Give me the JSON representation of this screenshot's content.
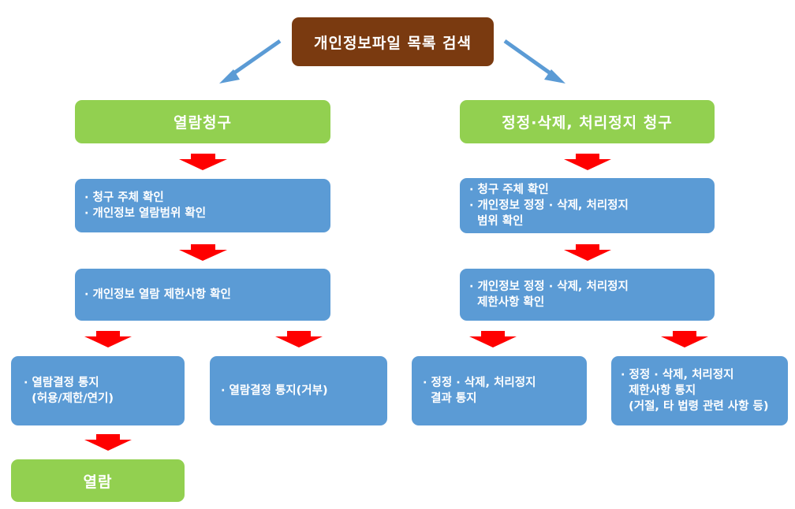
{
  "colors": {
    "top": "#7a3a10",
    "green": "#92d050",
    "blue": "#5b9bd5",
    "arrow_red": "#ff0000",
    "arrow_blue": "#5b9bd5"
  },
  "top": {
    "label": "개인정보파일 목록 검색"
  },
  "left": {
    "header": "열람청구",
    "step1": [
      "· 청구 주체 확인",
      "· 개인정보 열람범위 확인"
    ],
    "step2": [
      "· 개인정보 열람 제한사항 확인"
    ],
    "result_a": [
      "· 열람결정 통지",
      "  (허용/제한/연기)"
    ],
    "result_b": [
      "· 열람결정 통지(거부)"
    ],
    "final": "열람"
  },
  "right": {
    "header": "정정·삭제, 처리정지 청구",
    "step1": [
      "· 청구 주체 확인",
      "· 개인정보 정정 · 삭제, 처리정지",
      "  범위 확인"
    ],
    "step2": [
      "· 개인정보 정정 · 삭제, 처리정지",
      "  제한사항 확인"
    ],
    "result_a": [
      "· 정정 · 삭제, 처리정지",
      "  결과 통지"
    ],
    "result_b": [
      "· 정정 · 삭제, 처리정지",
      "  제한사항 통지",
      "  (거절, 타 법령 관련 사항 등)"
    ]
  }
}
